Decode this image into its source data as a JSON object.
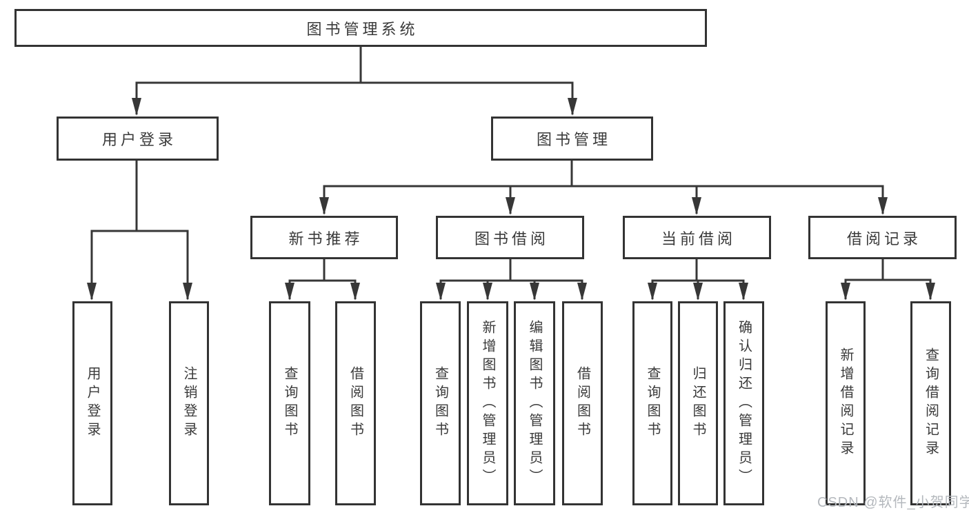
{
  "colors": {
    "line": "#373737",
    "box_border": "#333333",
    "text": "#3a3a3a",
    "background": "#ffffff",
    "watermark_text_color": "#b4b8bd"
  },
  "watermark": "CSDN @软件_小贺同学",
  "nodes": {
    "root": {
      "label": "图书管理系统"
    },
    "user_login": {
      "label": "用户登录"
    },
    "book_mgmt": {
      "label": "图书管理"
    },
    "new_book_rec": {
      "label": "新书推荐"
    },
    "book_borrow": {
      "label": "图书借阅"
    },
    "current_borrow": {
      "label": "当前借阅"
    },
    "borrow_record": {
      "label": "借阅记录"
    },
    "leaf_user_login": {
      "label": "用户登录"
    },
    "leaf_logout": {
      "label": "注销登录"
    },
    "leaf_query_book_1": {
      "label": "查询图书"
    },
    "leaf_borrow_book_1": {
      "label": "借阅图书"
    },
    "leaf_query_book_2": {
      "label": "查询图书"
    },
    "leaf_add_book": {
      "label": "新增图书（管理员）"
    },
    "leaf_edit_book": {
      "label": "编辑图书（管理员）"
    },
    "leaf_borrow_book_2": {
      "label": "借阅图书"
    },
    "leaf_query_book_3": {
      "label": "查询图书"
    },
    "leaf_return_book": {
      "label": "归还图书"
    },
    "leaf_confirm_return": {
      "label": "确认归还（管理员）"
    },
    "leaf_add_record": {
      "label": "新增借阅记录"
    },
    "leaf_query_record": {
      "label": "查询借阅记录"
    }
  },
  "tree": {
    "label": "图书管理系统",
    "children": [
      {
        "label": "用户登录",
        "children": [
          {
            "label": "用户登录"
          },
          {
            "label": "注销登录"
          }
        ]
      },
      {
        "label": "图书管理",
        "children": [
          {
            "label": "新书推荐",
            "children": [
              {
                "label": "查询图书"
              },
              {
                "label": "借阅图书"
              }
            ]
          },
          {
            "label": "图书借阅",
            "children": [
              {
                "label": "查询图书"
              },
              {
                "label": "新增图书（管理员）"
              },
              {
                "label": "编辑图书（管理员）"
              },
              {
                "label": "借阅图书"
              }
            ]
          },
          {
            "label": "当前借阅",
            "children": [
              {
                "label": "查询图书"
              },
              {
                "label": "归还图书"
              },
              {
                "label": "确认归还（管理员）"
              }
            ]
          },
          {
            "label": "借阅记录",
            "children": [
              {
                "label": "新增借阅记录"
              },
              {
                "label": "查询借阅记录"
              }
            ]
          }
        ]
      }
    ]
  }
}
